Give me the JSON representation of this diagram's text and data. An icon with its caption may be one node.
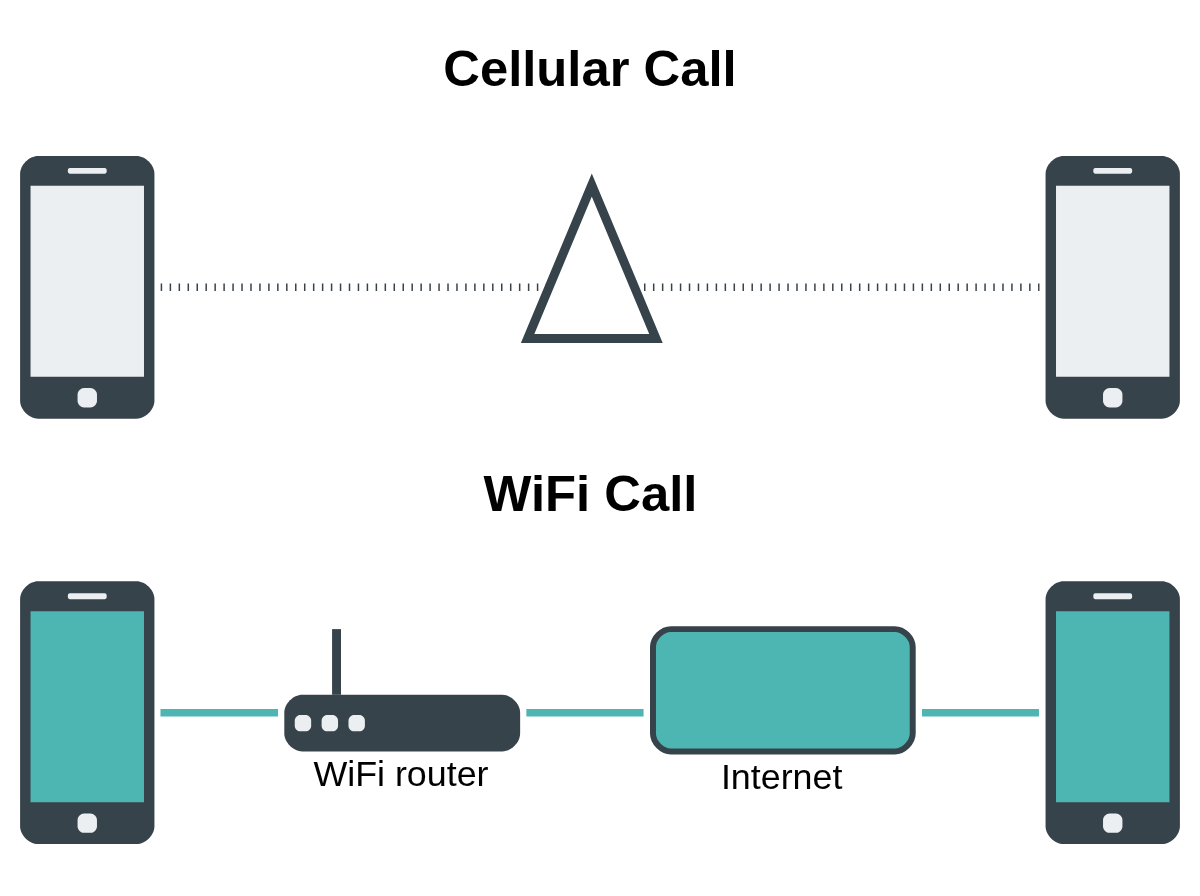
{
  "diagram": {
    "nodes": [
      {
        "text": [],
        "shape": "picture"
      },
      {
        "text": [],
        "shape": "picture"
      },
      {
        "text": [],
        "shape": "picture"
      },
      {
        "text": [],
        "shape": "picture"
      },
      {
        "text": [],
        "shape": "picture",
        "beside": [
          "WiFi router"
        ]
      },
      {
        "text": [],
        "shape": "cloud",
        "beside": [
          "Internet"
        ]
      },
      {
        "text": [],
        "shape": "picture"
      }
    ],
    "edges": [
      {
        "from": 0,
        "to": 1,
        "arrow": "none",
        "style": "dashed",
        "color": "#37434b"
      },
      {
        "from": 1,
        "to": 2,
        "arrow": "none",
        "style": "dashed",
        "color": "#37434b"
      },
      {
        "from": 3,
        "to": 4,
        "arrow": "none"
      },
      {
        "from": 4,
        "to": 5,
        "arrow": "none"
      },
      {
        "from": 5,
        "to": 6,
        "arrow": "none"
      }
    ],
    "labels": [
      "Cellular Call",
      "WiFi Call"
    ]
  }
}
